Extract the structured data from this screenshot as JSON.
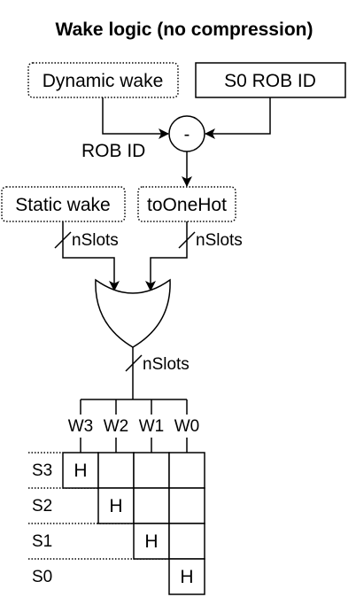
{
  "title": "Wake logic (no compression)",
  "boxes": {
    "dynamic_wake": "Dynamic wake",
    "s0_rob_id": "S0 ROB ID",
    "subtract_op": "-",
    "static_wake": "Static wake",
    "to_one_hot": "toOneHot"
  },
  "labels": {
    "rob_id": "ROB ID",
    "nslots_left": "nSlots",
    "nslots_right": "nSlots",
    "nslots_or": "nSlots"
  },
  "columns": [
    "W3",
    "W2",
    "W1",
    "W0"
  ],
  "rows": [
    "S3",
    "S2",
    "S1",
    "S0"
  ],
  "cells": [
    [
      "H",
      "",
      "",
      ""
    ],
    [
      "",
      "H",
      "",
      ""
    ],
    [
      "",
      "",
      "H",
      ""
    ],
    [
      "",
      "",
      "",
      "H"
    ]
  ]
}
